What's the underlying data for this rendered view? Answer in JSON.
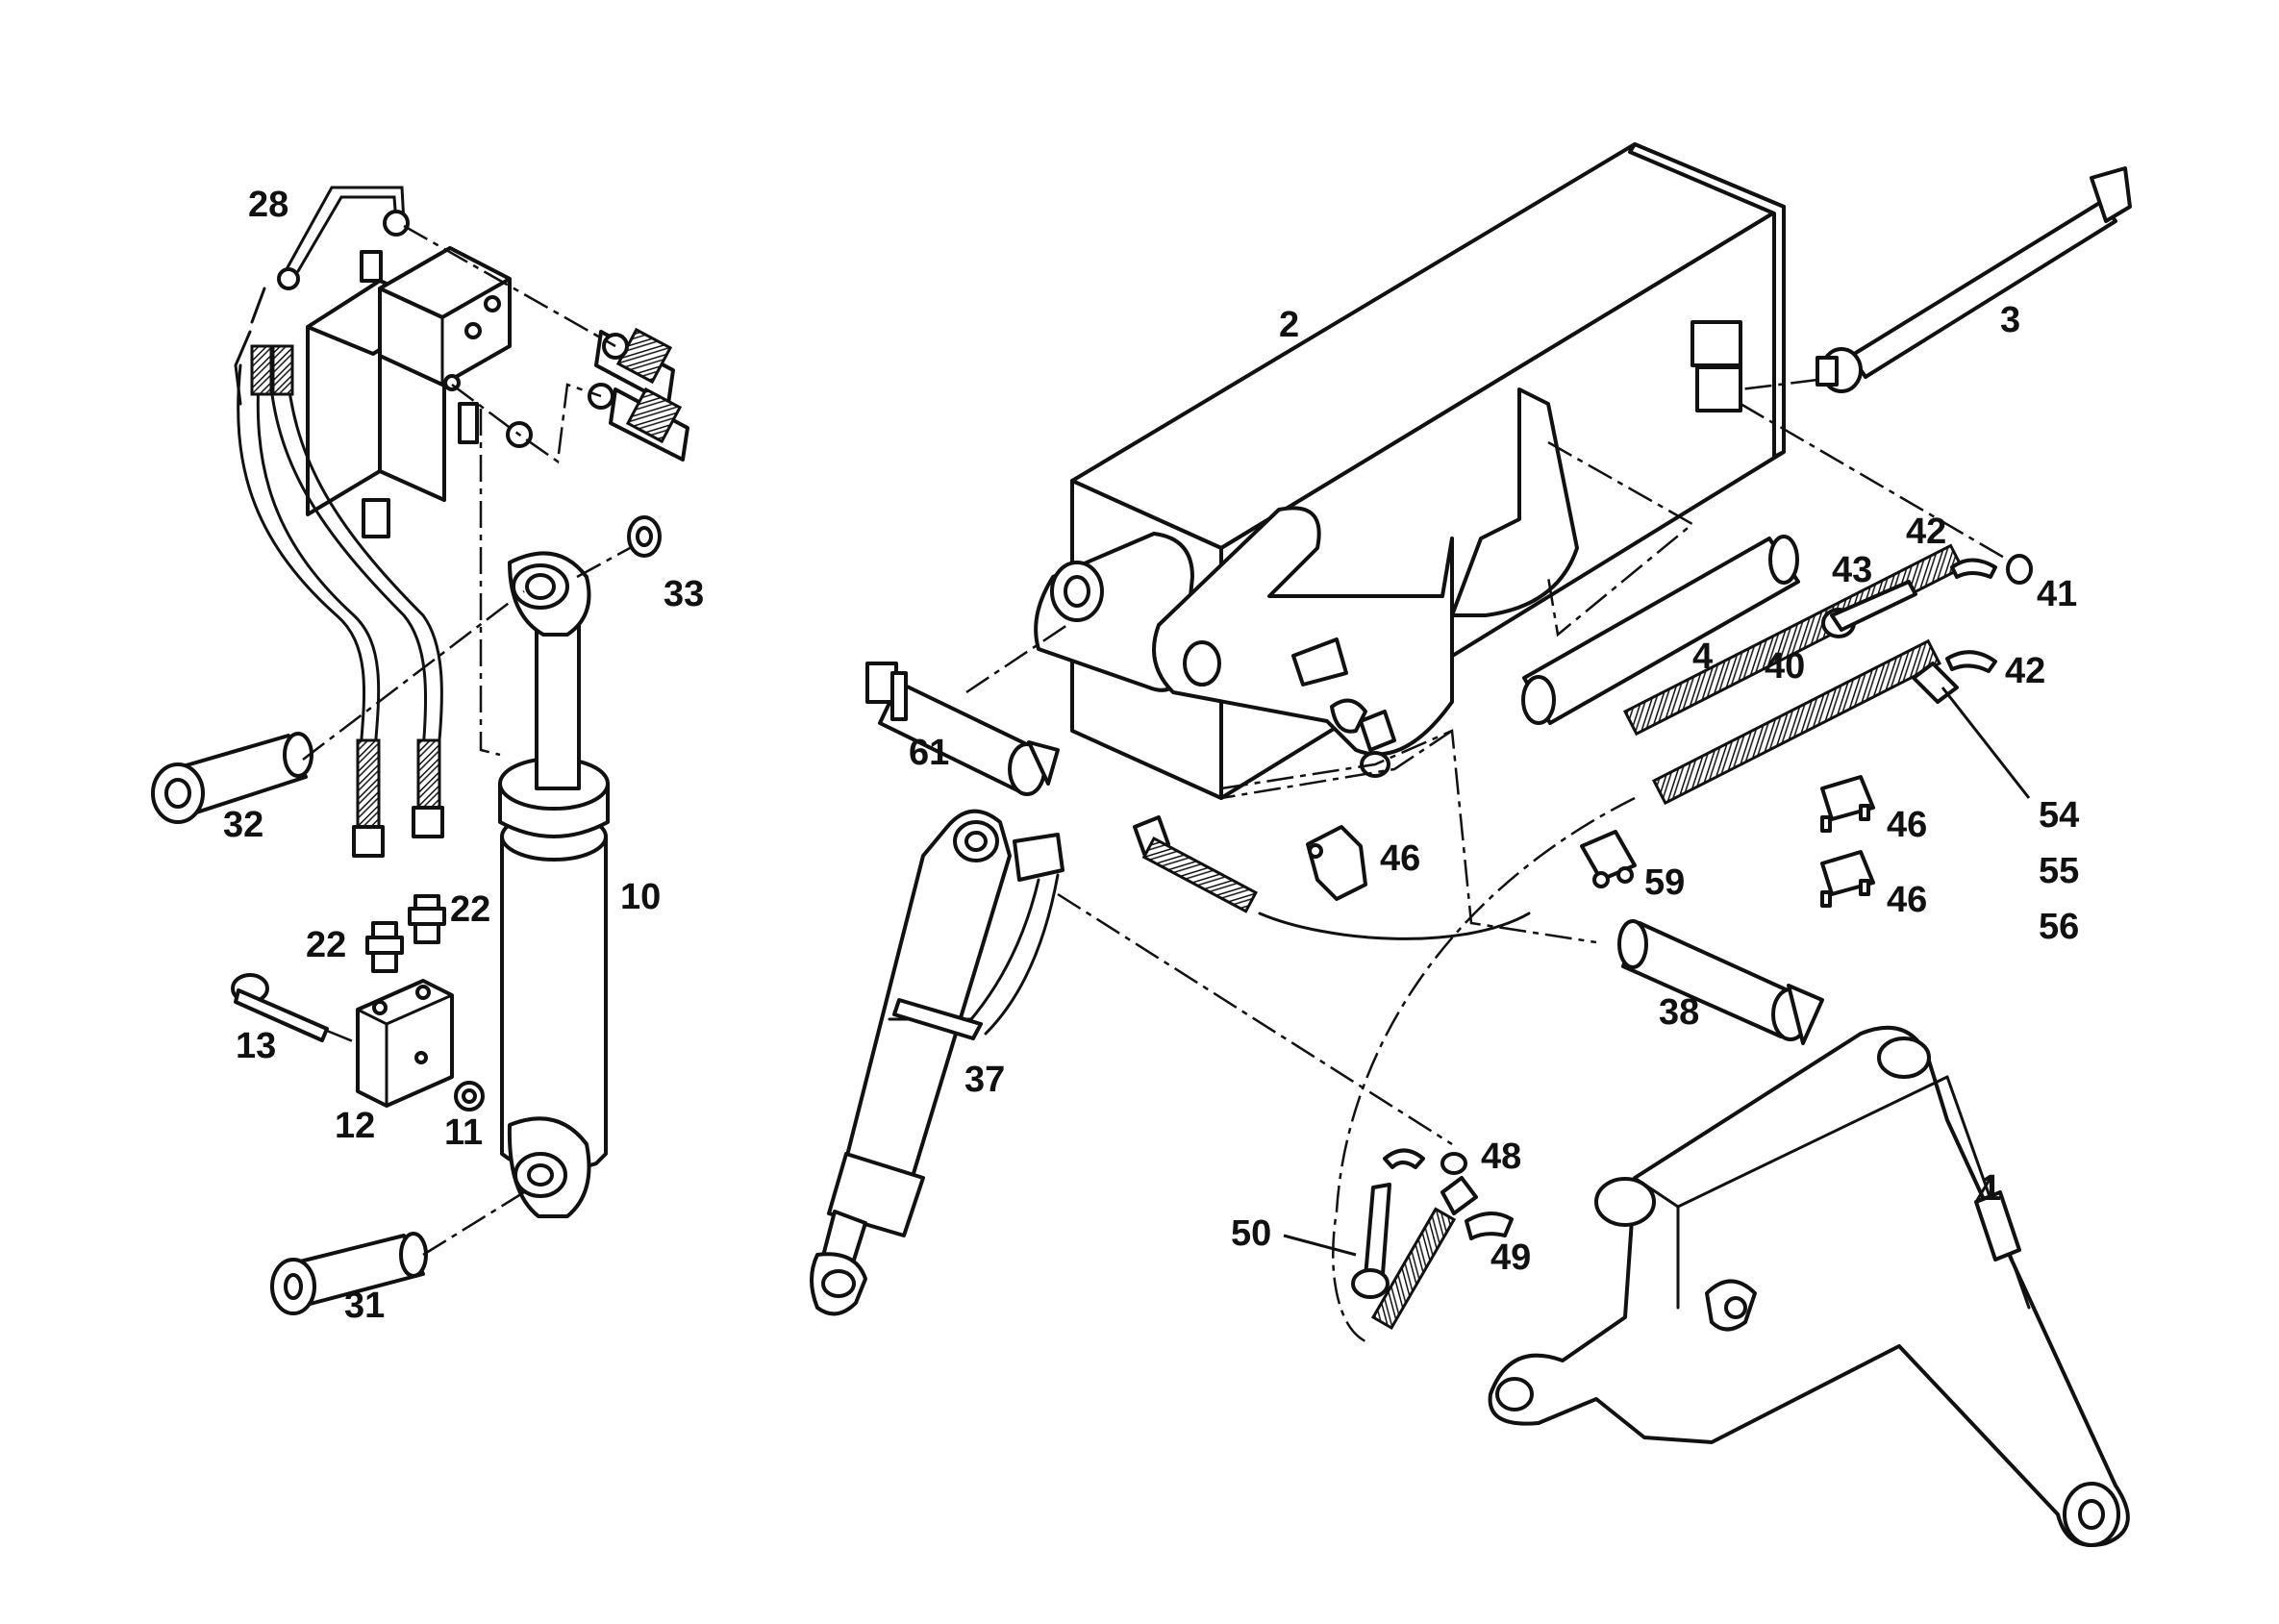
{
  "callouts": {
    "c1": "1",
    "c2": "2",
    "c3": "3",
    "c4": "4",
    "c10": "10",
    "c11": "11",
    "c12": "12",
    "c13": "13",
    "c22a": "22",
    "c22b": "22",
    "c28": "28",
    "c31": "31",
    "c32": "32",
    "c33": "33",
    "c37": "37",
    "c38": "38",
    "c40": "40",
    "c41": "41",
    "c42a": "42",
    "c42b": "42",
    "c43": "43",
    "c46a": "46",
    "c46b": "46",
    "c46c": "46",
    "c48": "48",
    "c49": "49",
    "c50": "50",
    "c54": "54",
    "c55": "55",
    "c56": "56",
    "c59": "59",
    "c61": "61"
  },
  "colors": {
    "line": "#111111",
    "background": "#ffffff"
  }
}
